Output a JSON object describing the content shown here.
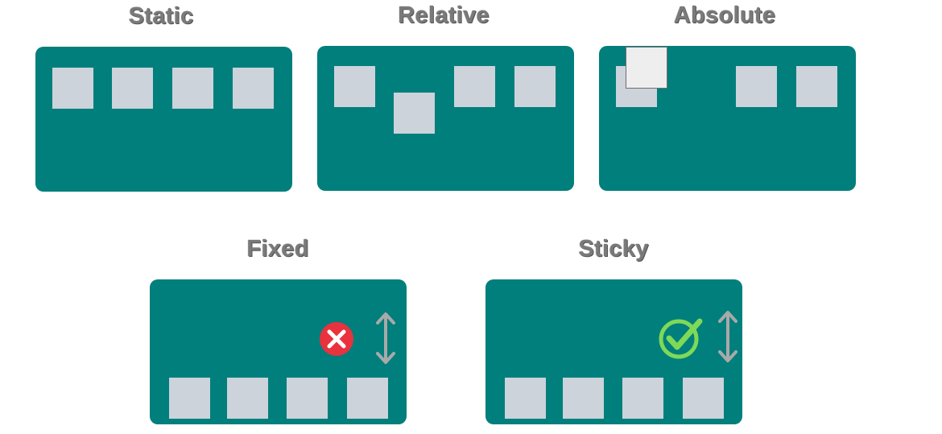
{
  "panels": {
    "static": {
      "title": "Static"
    },
    "relative": {
      "title": "Relative"
    },
    "absolute": {
      "title": "Absolute"
    },
    "fixed": {
      "title": "Fixed"
    },
    "sticky": {
      "title": "Sticky"
    }
  },
  "icons": {
    "fixed_status": "close-icon",
    "sticky_status": "check-icon",
    "scroll": "vertical-arrows-icon"
  },
  "colors": {
    "panel": "#007f7c",
    "box": "#ccd3db",
    "highlight_box": "#eeeeee",
    "title": "#7a7a7a",
    "error": "#e8323e",
    "success": "#7ed957",
    "arrow": "#a9a9a9"
  }
}
